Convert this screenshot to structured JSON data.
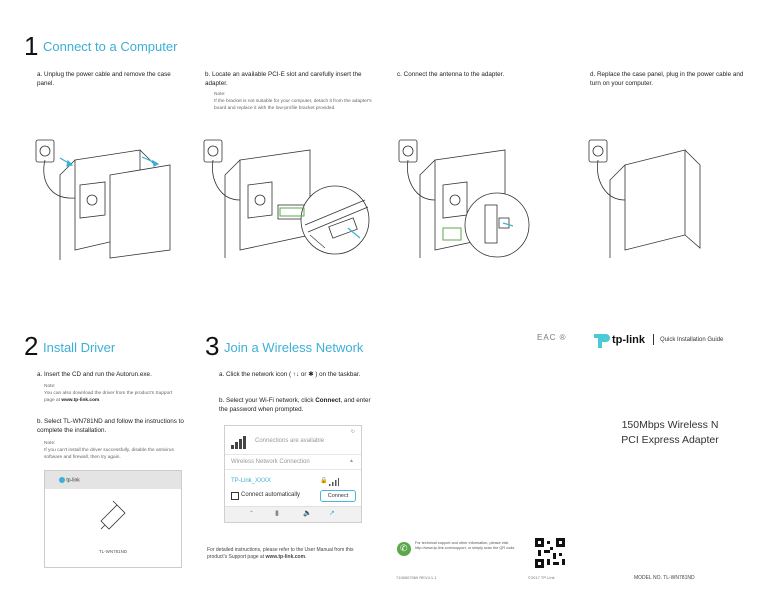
{
  "section1": {
    "number": "1",
    "title": "Connect to a Computer",
    "steps": [
      {
        "text": "a. Unplug the power cable and remove the case panel."
      },
      {
        "text": "b. Locate an available PCI-E slot and carefully insert the adapter.",
        "note_label": "Note:",
        "note": "If the bracket is not suitable for your computer, detach it from the adapter's board and replace it with the low-profile bracket provided."
      },
      {
        "text": "c. Connect the antenna to the adapter."
      },
      {
        "text": "d. Replace the case panel, plug in the power cable and turn on your computer."
      }
    ]
  },
  "section2": {
    "number": "2",
    "title": "Install Driver",
    "step_a": "a. Insert the CD and run the Autorun.exe.",
    "note_a_label": "Note:",
    "note_a_pre": "You can also download the driver from the product's Support page at ",
    "note_a_link": "www.tp-link.com",
    "note_a_post": ".",
    "step_b": "b. Select TL-WN781ND and follow the instructions to complete the installation.",
    "note_b_label": "Note:",
    "note_b": "If you can't install the driver successfully, disable the antivirus software and firewall, then try again.",
    "cd_logo": "tp-link",
    "cd_model": "TL-WN781ND"
  },
  "section3": {
    "number": "3",
    "title": "Join a Wireless Network",
    "step_a": "a. Click the network icon ( ↑↓ or ✱ ) on the taskbar.",
    "step_b_pre": "b. Select your Wi-Fi network, click ",
    "step_b_bold": "Connect",
    "step_b_post": ", and enter the password when prompted.",
    "panel": {
      "header": "Connections are available",
      "section": "Wireless Network Connection",
      "network": "TP-Link_XXXX",
      "checkbox": "Connect automatically",
      "connect": "Connect"
    },
    "footer_pre": "For detailed instructions, please refer to the User Manual from this product's Support page at ",
    "footer_link": "www.tp-link.com",
    "footer_post": "."
  },
  "back": {
    "support_text": "For technical support and other information, please visit http://www.tp-link.com/support, or simply scan the QR code.",
    "code": "7106507069 REV4.1.1",
    "copyright": "©2017 TP-Link",
    "certs": "EAC ®"
  },
  "cover": {
    "brand": "tp-link",
    "guide": "Quick Installation Guide",
    "product_line1": "150Mbps Wireless N",
    "product_line2": "PCI Express Adapter",
    "model": "MODEL NO. TL-WN781ND"
  },
  "colors": {
    "accent": "#3cb0d6",
    "text": "#222222",
    "note": "#666666",
    "green": "#5aa84a"
  }
}
